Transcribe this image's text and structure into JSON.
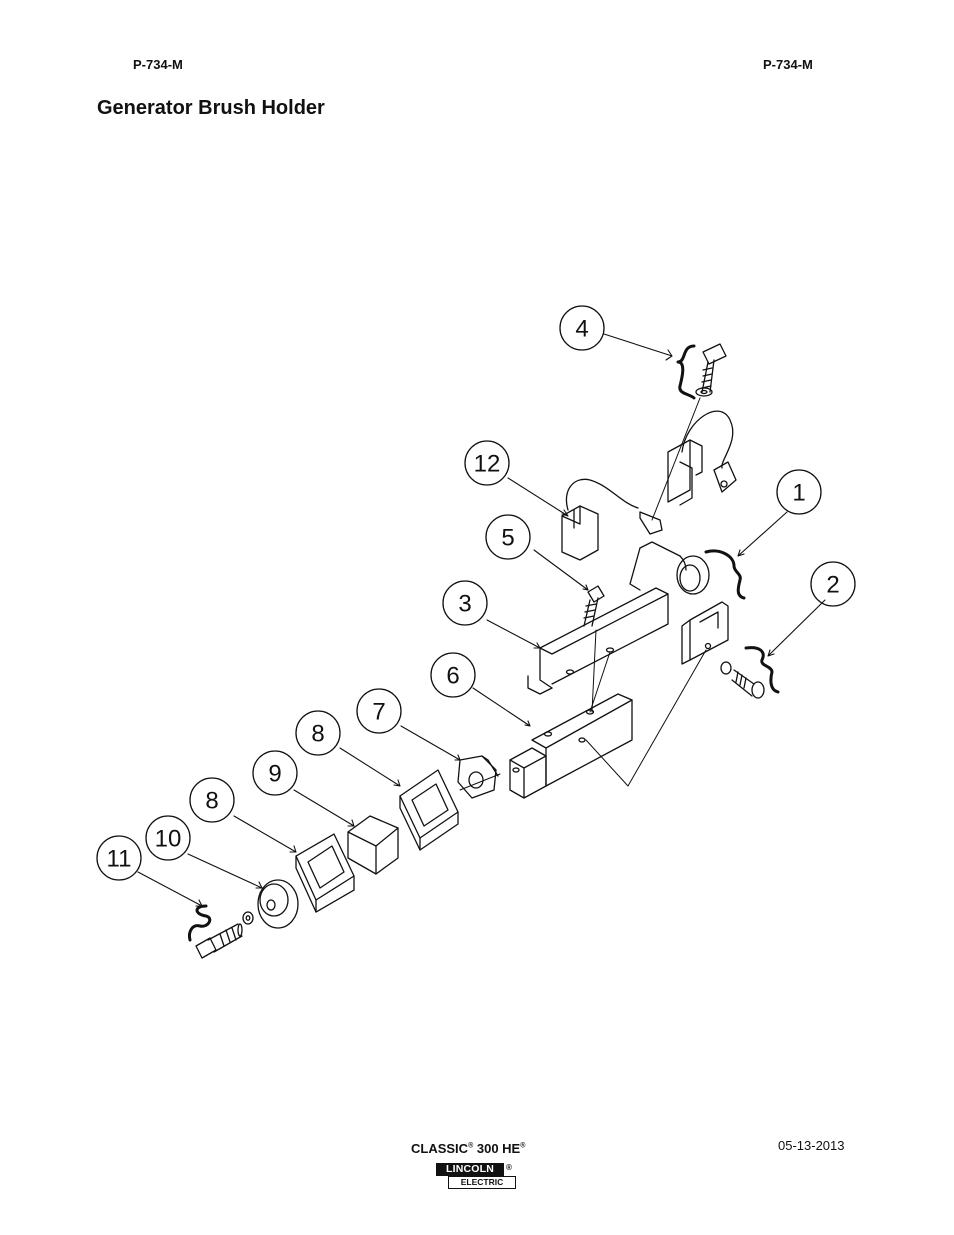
{
  "header": {
    "left_code": "P-734-M",
    "right_code": "P-734-M"
  },
  "page_title": "Generator Brush Holder",
  "callouts": [
    "4",
    "12",
    "1",
    "5",
    "2",
    "3",
    "6",
    "7",
    "8",
    "9",
    "8",
    "10",
    "11"
  ],
  "footer": {
    "product_name": "CLASSIC",
    "product_model": "300 HE",
    "reg_mark": "®",
    "date": "05-13-2013",
    "logo_top": "LINCOLN",
    "logo_bottom": "ELECTRIC"
  }
}
